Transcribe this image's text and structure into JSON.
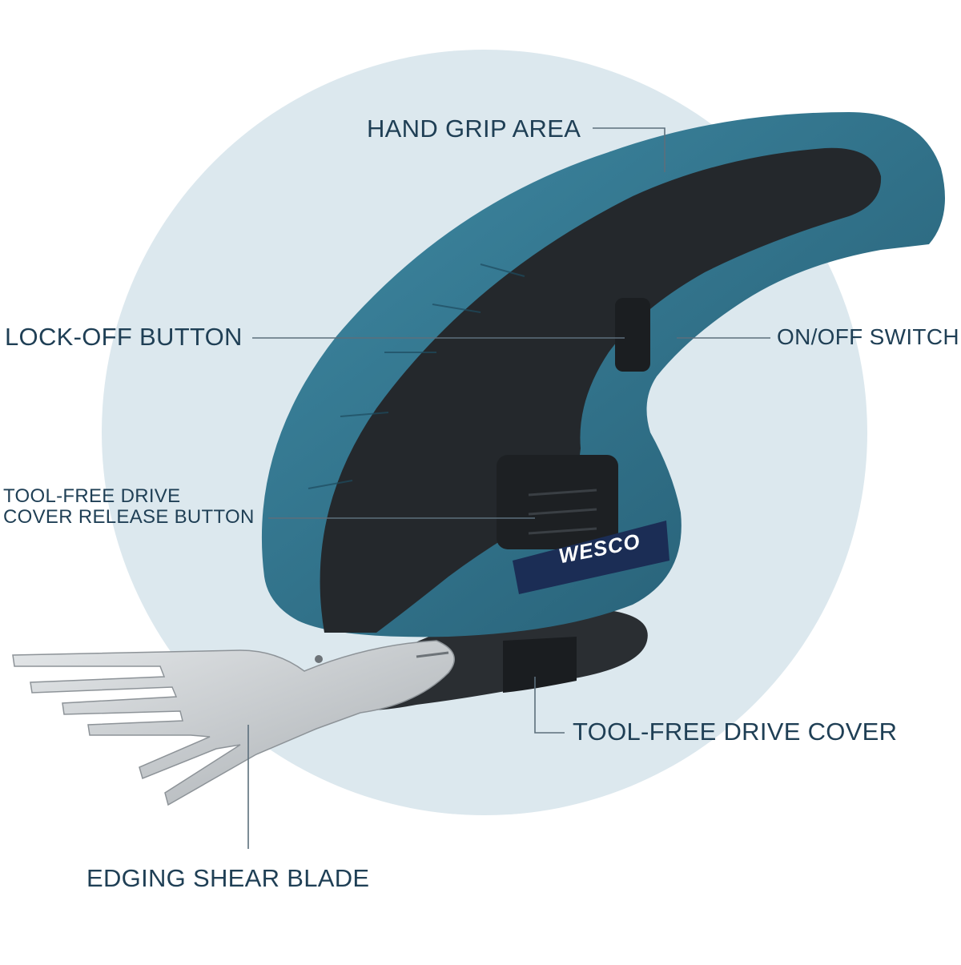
{
  "brand": "WESCO",
  "colors": {
    "background_circle": "#dce8ee",
    "body_teal": "#2f6e86",
    "body_teal_light": "#3f8aa4",
    "grip_black": "#24282c",
    "blade_steel": "#c9cdd0",
    "label_text": "#1f3f55"
  },
  "callouts": {
    "hand_grip": "HAND GRIP AREA",
    "lock_off": "LOCK-OFF BUTTON",
    "on_off": "ON/OFF SWITCH",
    "release_line1": "TOOL-FREE DRIVE",
    "release_line2": "COVER RELEASE BUTTON",
    "drive_cover": "TOOL-FREE DRIVE COVER",
    "blade": "EDGING SHEAR BLADE"
  }
}
